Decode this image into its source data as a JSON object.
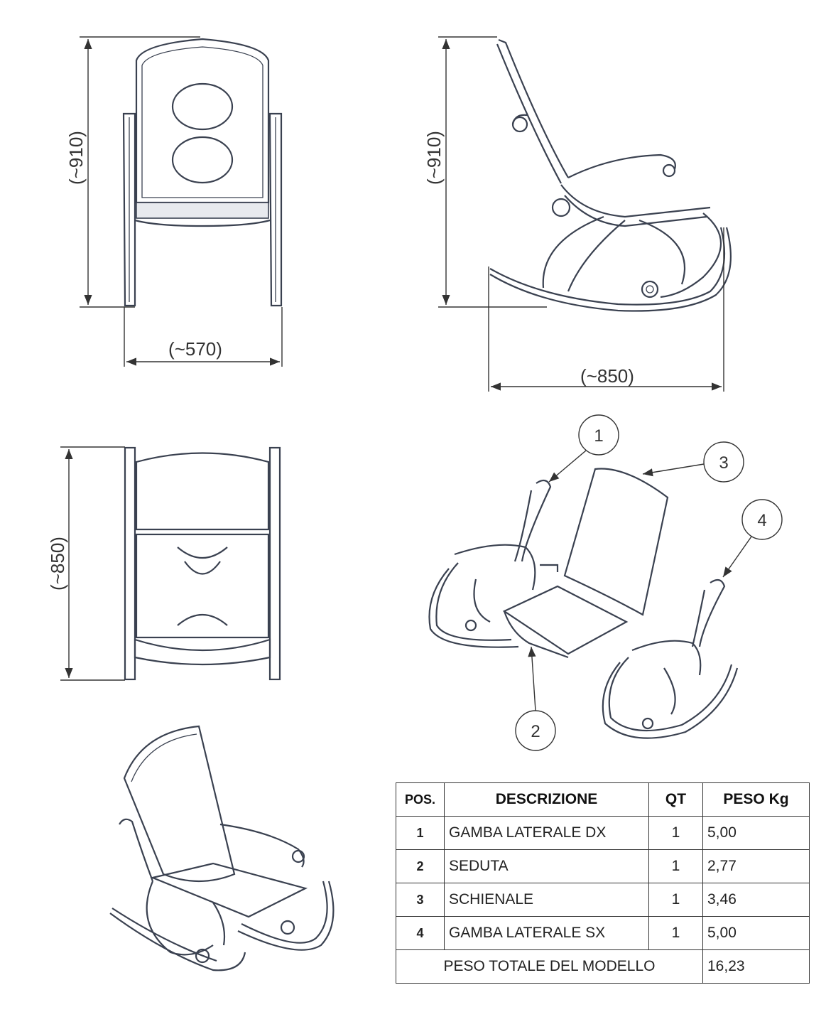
{
  "dimensions": {
    "front_height": "(~910)",
    "front_width": "(~570)",
    "side_height": "(~910)",
    "side_depth": "(~850)",
    "top_depth": "(~850)"
  },
  "balloons": [
    "1",
    "2",
    "3",
    "4"
  ],
  "table": {
    "headers": {
      "pos": "POS.",
      "desc": "DESCRIZIONE",
      "qt": "QT",
      "peso": "PESO Kg"
    },
    "rows": [
      {
        "pos": "1",
        "desc": "GAMBA LATERALE DX",
        "qt": "1",
        "peso": "5,00"
      },
      {
        "pos": "2",
        "desc": "SEDUTA",
        "qt": "1",
        "peso": "2,77"
      },
      {
        "pos": "3",
        "desc": "SCHIENALE",
        "qt": "1",
        "peso": "3,46"
      },
      {
        "pos": "4",
        "desc": "GAMBA LATERALE SX",
        "qt": "1",
        "peso": "5,00"
      }
    ],
    "total_label": "PESO TOTALE DEL MODELLO",
    "total_value": "16,23"
  },
  "colors": {
    "line": "#3a4150",
    "dimension": "#333333"
  }
}
